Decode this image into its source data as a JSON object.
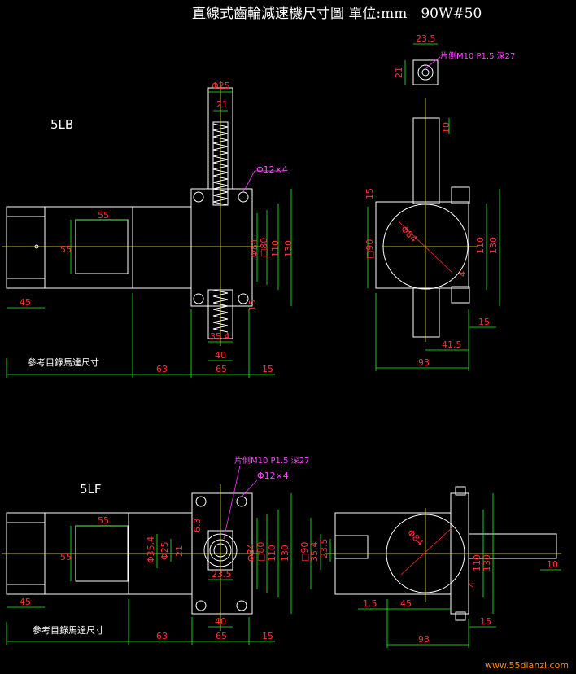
{
  "title": "直線式齒輪減速機尺寸圖 單位:mm　90W#50",
  "views": {
    "lb": {
      "label": "5LB",
      "note": "參考目錄馬達尺寸"
    },
    "lf": {
      "label": "5LF",
      "note": "參考目錄馬達尺寸"
    }
  },
  "callouts": {
    "shaft_thread": "片側M10 P1.5 深27",
    "holes": "Φ12×4"
  },
  "dims": {
    "d_25": "Φ25",
    "d_21": "21",
    "d_55a": "55",
    "d_55b": "55",
    "d_phi84": "Φ84",
    "d_sq80": "□80",
    "d_110": "110",
    "d_130": "130",
    "d_45": "45",
    "d_63": "63",
    "d_65": "65",
    "d_15": "15",
    "d_35_4": "35.4",
    "d_40": "40",
    "d_23_5": "23.5",
    "d_21b": "21",
    "d_10": "10",
    "d_15v": "15",
    "d_sq90": "□90",
    "d_phi84b": "Φ84",
    "d_110b": "110",
    "d_130b": "130",
    "d_4": "4",
    "d_15b": "15",
    "d_41_5": "41.5",
    "d_93": "93",
    "f_55": "55",
    "f_55v": "55",
    "f_phi35_4": "Φ35.4",
    "f_phi25": "Φ25",
    "f_21": "21",
    "f_6_3": "6.3",
    "f_23_5": "23.5",
    "f_phi84": "Φ84",
    "f_sq80": "□80",
    "f_110": "110",
    "f_130": "130",
    "f_45": "45",
    "f_63": "63",
    "f_40": "40",
    "f_65": "65",
    "f_15": "15",
    "f_sq90": "□90",
    "f_35_4": "35.4",
    "f_23_5b": "23.5",
    "f_phi84b": "Φ84",
    "f_110b": "110",
    "f_130b": "130",
    "f_10": "10",
    "f_4": "4",
    "f_1_5": "1.5",
    "f_45b": "45",
    "f_15b": "15",
    "f_93": "93"
  },
  "watermark": "www.55dianzi.com"
}
